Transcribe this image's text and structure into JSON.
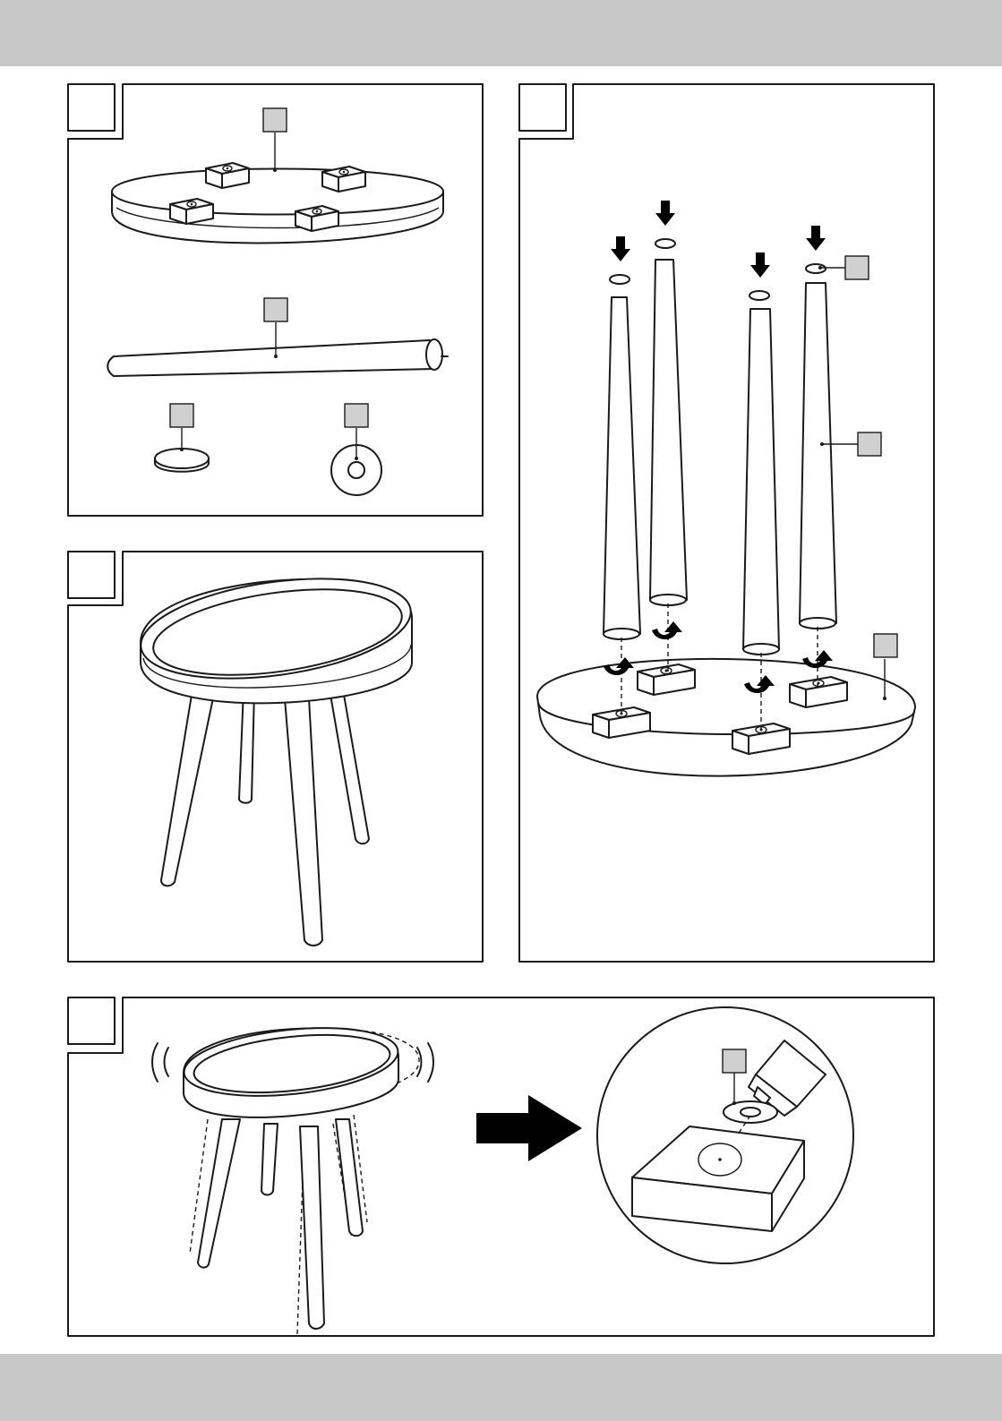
{
  "page": {
    "header_band_color": "#c8c8c8",
    "footer_band_color": "#c8c8c8",
    "line_color": "#1a1a1a",
    "label_box_color": "#d0d0d0"
  },
  "panels": [
    {
      "id": "parts-overview",
      "step_box": ""
    },
    {
      "id": "assembly-legs",
      "step_box": ""
    },
    {
      "id": "assembled-table",
      "step_box": ""
    },
    {
      "id": "wobble-fix",
      "step_box": ""
    }
  ],
  "icons": [
    "arrow-down-icon",
    "rotate-clockwise-icon",
    "arrow-right-icon",
    "glue-tube-icon",
    "vibration-icon"
  ]
}
